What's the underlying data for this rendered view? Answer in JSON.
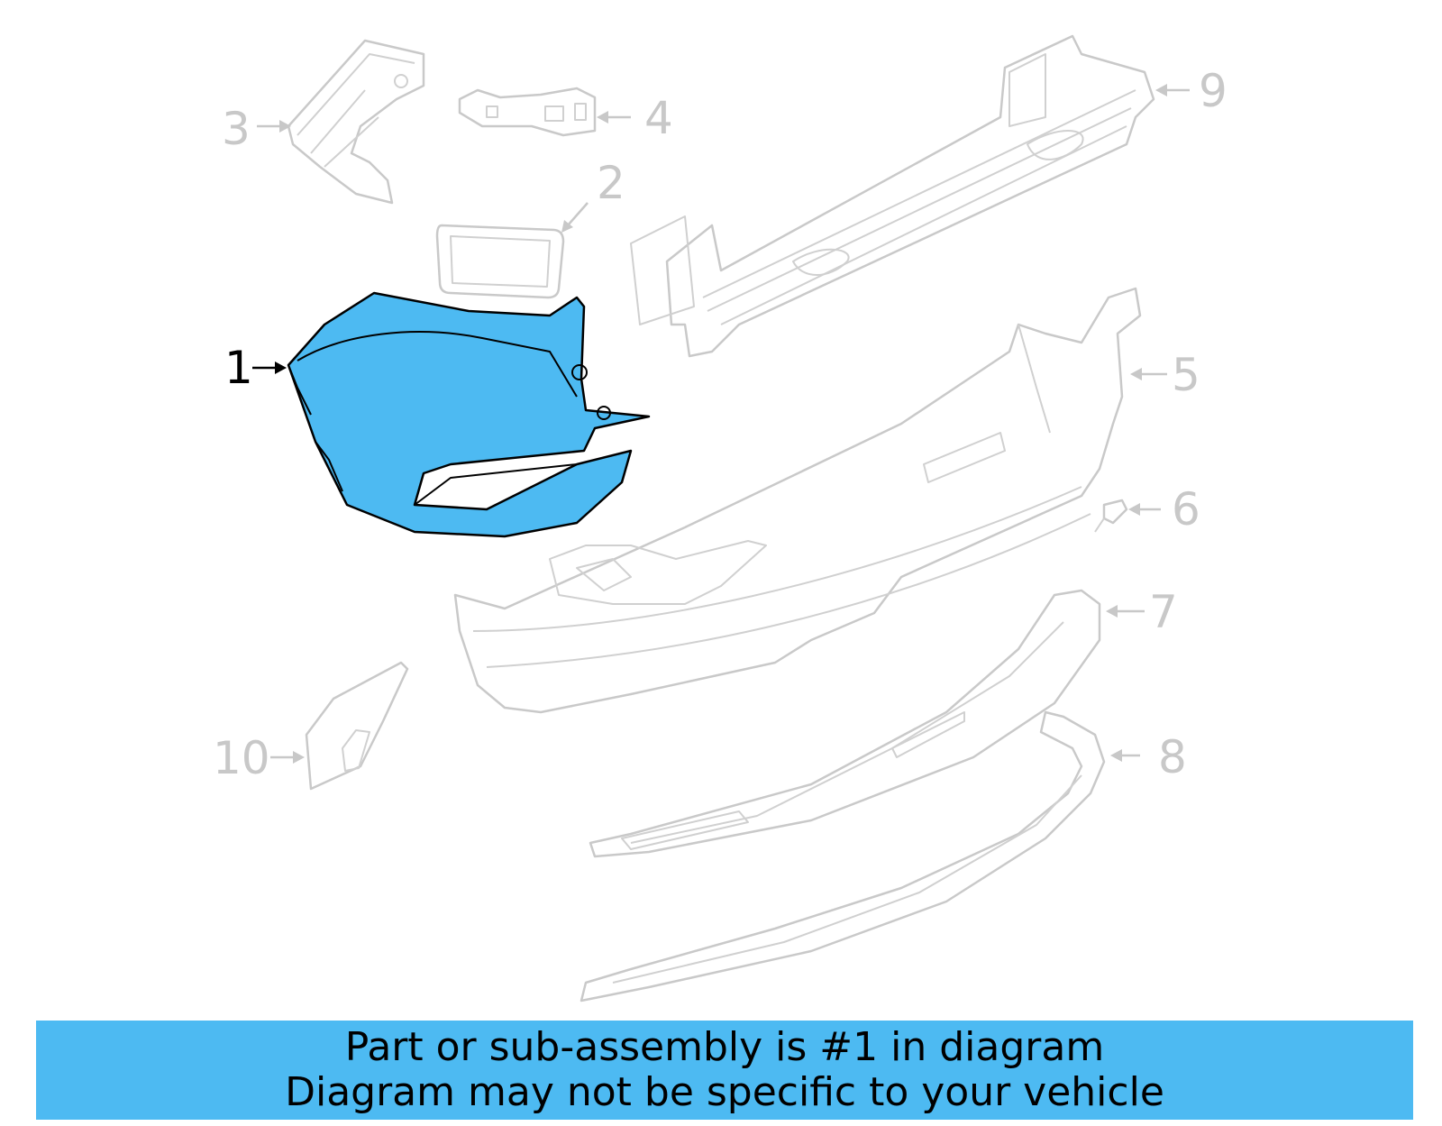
{
  "callouts": {
    "c1": "1",
    "c2": "2",
    "c3": "3",
    "c4": "4",
    "c5": "5",
    "c6": "6",
    "c7": "7",
    "c8": "8",
    "c9": "9",
    "c10": "10"
  },
  "highlight_color": "#4dbaf2",
  "banner": {
    "line1": "Part or sub-assembly is #1 in diagram",
    "line2": "Diagram may not be specific to your vehicle",
    "color": "#4dbaf2"
  }
}
